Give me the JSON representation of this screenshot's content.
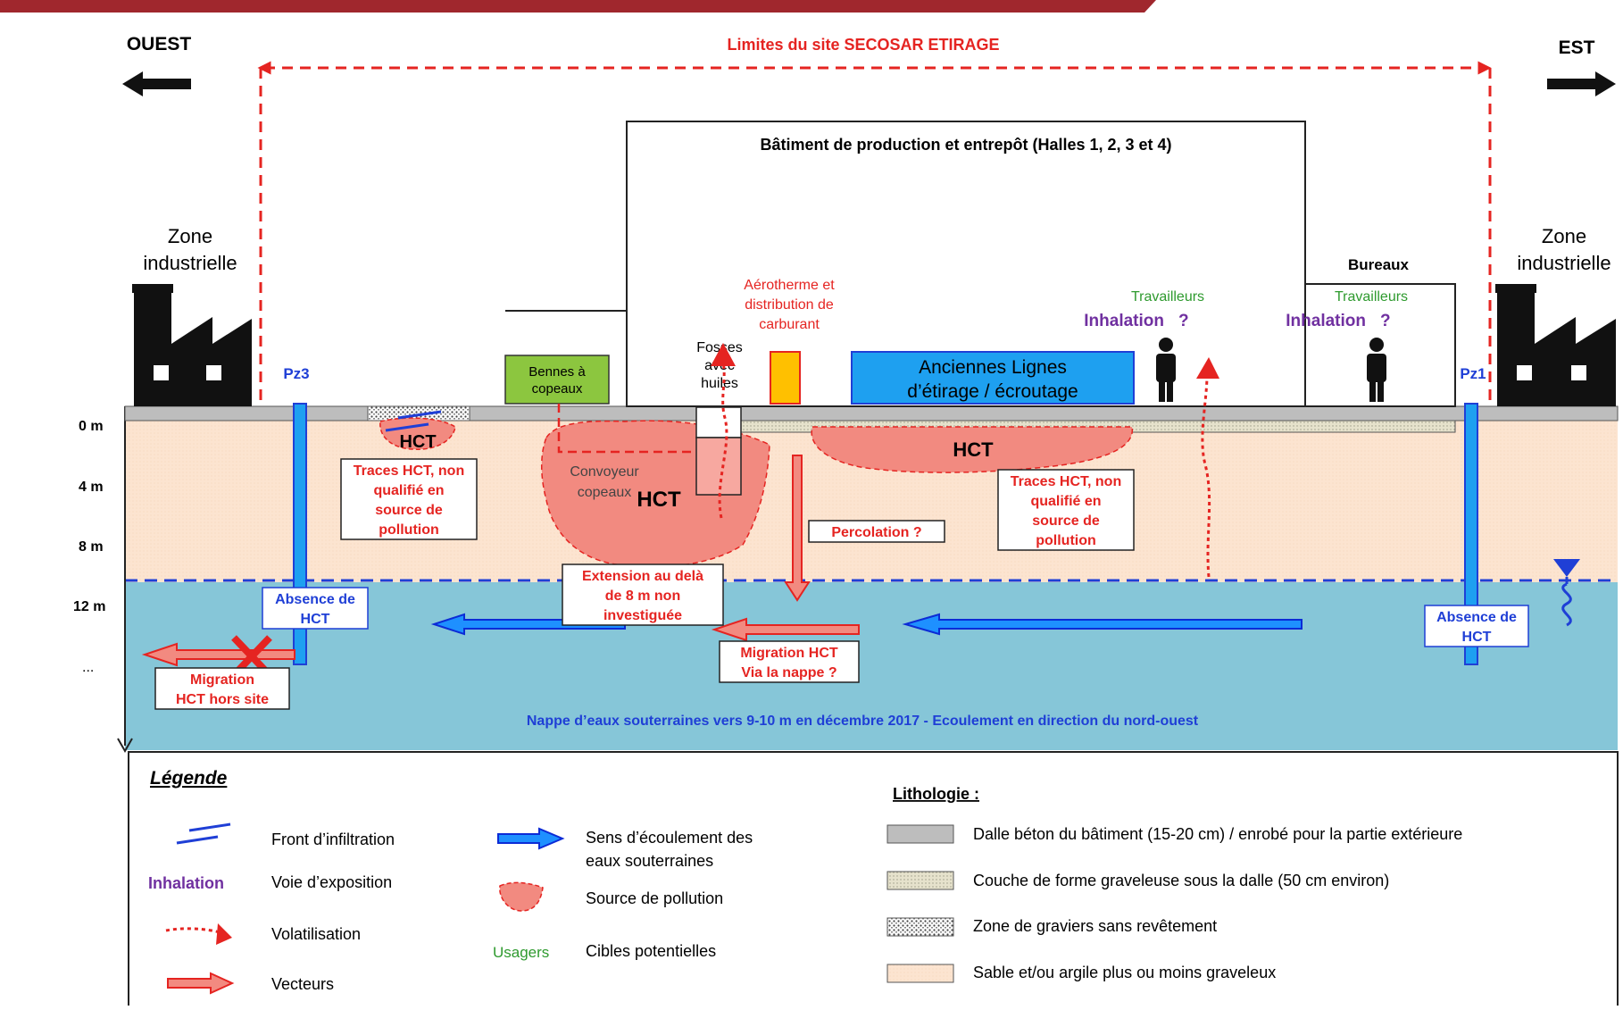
{
  "directions": {
    "west": "OUEST",
    "east": "EST"
  },
  "site_limits": "Limites du site SECOSAR ETIRAGE",
  "building": {
    "title": "Bâtiment de production et entrepôt (Halles 1, 2, 3 et 4)"
  },
  "offices": {
    "title": "Bureaux"
  },
  "zones": {
    "left": [
      "Zone",
      "industrielle"
    ],
    "right": [
      "Zone",
      "industrielle"
    ]
  },
  "piezometers": {
    "left": "Pz3",
    "right": "Pz1"
  },
  "equipment": {
    "bennes": [
      "Bennes à",
      "copeaux"
    ],
    "fosses": [
      "Fosses",
      "avec",
      "huiles"
    ],
    "aerotherme": [
      "Aérotherme et",
      "distribution de",
      "carburant"
    ],
    "lignes": [
      "Anciennes Lignes",
      "d’étirage / écroutage"
    ],
    "convoyeur": [
      "Convoyeur",
      "copeaux"
    ]
  },
  "targets": {
    "building_worker": {
      "label": "Travailleurs",
      "route": "Inhalation",
      "q": "?"
    },
    "office_worker": {
      "label": "Travailleurs",
      "route": "Inhalation",
      "q": "?"
    }
  },
  "depths": [
    "0 m",
    "4 m",
    "8 m",
    "12 m",
    "..."
  ],
  "pollution": {
    "hct": "HCT"
  },
  "callouts": {
    "traces_left": [
      "Traces HCT, non",
      "qualifié en",
      "source de",
      "pollution"
    ],
    "traces_right": [
      "Traces HCT, non",
      "qualifié en",
      "source de",
      "pollution"
    ],
    "percolation": "Percolation ?",
    "extension": [
      "Extension au delà",
      "de 8 m  non",
      "investiguée"
    ],
    "absence_left": [
      "Absence de",
      "HCT"
    ],
    "absence_right": [
      "Absence de",
      "HCT"
    ],
    "migration_nappe": [
      "Migration HCT",
      "Via la nappe ?"
    ],
    "migration_hors": [
      "Migration",
      "HCT hors site"
    ]
  },
  "aquifer_caption": "Nappe d’eaux souterraines vers 9-10 m  en décembre 2017 - Ecoulement en direction du nord-ouest",
  "legend": {
    "title": "Légende",
    "items": {
      "infiltration": "Front d’infiltration",
      "exposure_sample": "Inhalation",
      "exposure": "Voie d’exposition",
      "volatilisation": "Volatilisation",
      "vecteurs": "Vecteurs",
      "flow": [
        "Sens d’écoulement des",
        "eaux souterraines"
      ],
      "source": "Source de pollution",
      "users_sample": "Usagers",
      "targets": "Cibles potentielles"
    },
    "lithology": {
      "title": "Lithologie :",
      "items": [
        "Dalle béton du bâtiment (15-20 cm) / enrobé pour la partie extérieure",
        "Couche de forme graveleuse  sous la dalle (50 cm environ)",
        "Zone de graviers sans revêtement",
        "Sable et/ou argile plus ou moins graveleux"
      ]
    }
  },
  "colors": {
    "brand": "#a0272d",
    "soil": "#fce4d0",
    "water": "#86c6d8",
    "slab": "#bdbdbd",
    "pollution": "#f28a80",
    "alert": "#e52421",
    "flow_fill": "#1e90ff",
    "flow_stroke": "#0c2bd6",
    "purple": "#7030a0",
    "green": "#2e9a2e",
    "machine": "#1ea0f0",
    "yellow": "#ffc000",
    "bins": "#8cc63f"
  }
}
